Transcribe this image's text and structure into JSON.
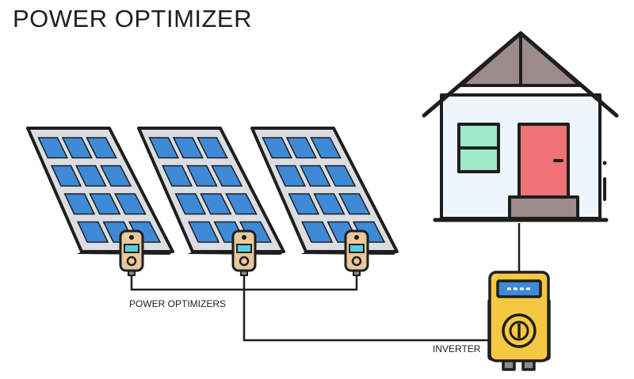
{
  "title": "POWER OPTIMIZER",
  "labels": {
    "optimizers": "POWER OPTIMIZERS",
    "inverter": "INVERTER"
  },
  "icons": {
    "panel": "solar-panel-icon",
    "optimizer": "power-optimizer-icon",
    "house": "house-icon",
    "inverter": "inverter-icon"
  },
  "colors": {
    "cell": "#3f8ad6",
    "frame": "#dadde1",
    "outline": "#1e1e1e",
    "optimizer_body": "#e8c89c",
    "optimizer_screen": "#55d0e0",
    "roof": "#9b8b8b",
    "wall": "#eef6fb",
    "door": "#f07274",
    "window": "#9fe8c9",
    "inverter_body": "#f5c842",
    "inverter_screen": "#3f8ad6",
    "inverter_side": "#8a8a8a"
  }
}
